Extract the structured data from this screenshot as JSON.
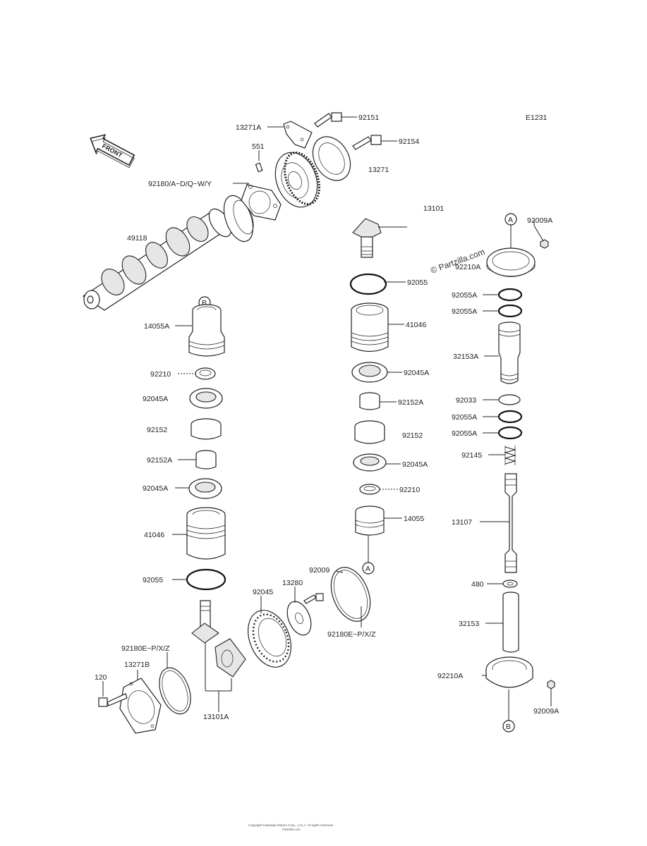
{
  "diagram_id": "E1231",
  "front_marker": "FRONT",
  "watermark": "© Partzilla.com",
  "footer": {
    "line1": "Copyright Kawasaki Motors Corp., U.S.A. All rights reserved.",
    "line2": "Partzilla.com"
  },
  "part_labels": {
    "p13271A": "13271A",
    "p92151": "92151",
    "p92154": "92154",
    "p551": "551",
    "p13271": "13271",
    "p92180a": "92180/A~D/Q~W/Y",
    "p13101": "13101",
    "p92009A_top": "92009A",
    "p49118": "49118",
    "p92210A_top": "92210A",
    "circleA_top": "A",
    "circleB_left": "B",
    "p92055_mid": "92055",
    "p92055A_1": "92055A",
    "p92055A_2": "92055A",
    "p14055A": "14055A",
    "p41046_mid": "41046",
    "p32153A": "32153A",
    "p92210_left": "92210",
    "p92045A_mid1": "92045A",
    "p92045A_left1": "92045A",
    "p92152A_mid": "92152A",
    "p92033": "92033",
    "p92055A_3": "92055A",
    "p92152_left": "92152",
    "p92152_mid": "92152",
    "p92055A_4": "92055A",
    "p92145": "92145",
    "p92152A_left": "92152A",
    "p92045A_mid2": "92045A",
    "p92045A_left2": "92045A",
    "p92210_mid": "92210",
    "p14055": "14055",
    "p13107": "13107",
    "p41046_left": "41046",
    "circleA_mid": "A",
    "p92009": "92009",
    "p92055_left": "92055",
    "p480": "480",
    "p92045": "92045",
    "p13280": "13280",
    "p32153": "32153",
    "p92180e_right": "92180E~P/X/Z",
    "p92180e_left": "92180E~P/X/Z",
    "p13271B": "13271B",
    "p120": "120",
    "p92210A_bot": "92210A",
    "p13101A": "13101A",
    "p92009A_bot": "92009A",
    "circleB_bot": "B"
  }
}
